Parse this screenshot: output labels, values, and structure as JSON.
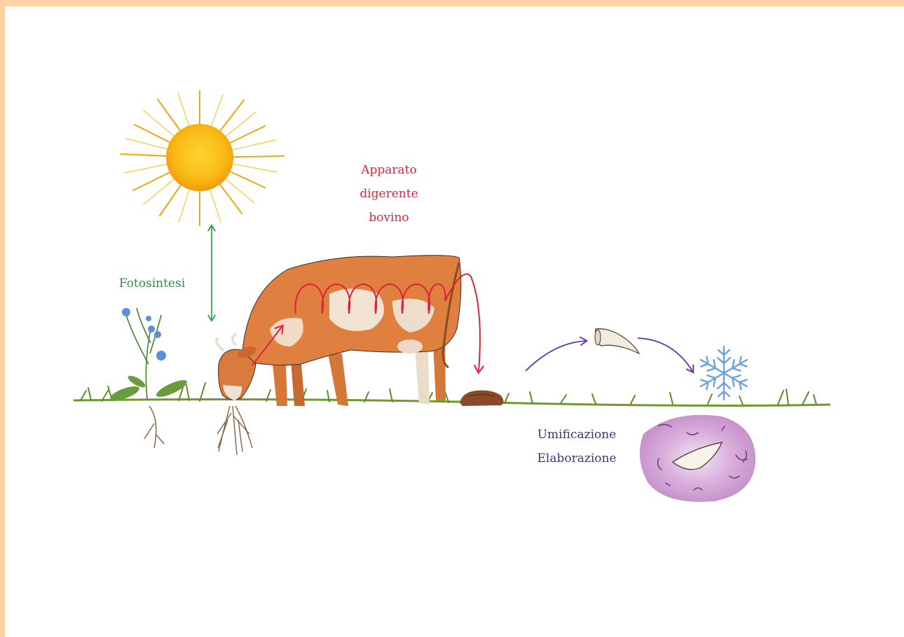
{
  "labels": {
    "digestive": [
      "Apparato",
      "digerente",
      "bovino"
    ],
    "photosynthesis": "Fotosintesi",
    "humification": [
      "Umificazione",
      "Elaborazione"
    ]
  },
  "icons": [
    "sun-icon",
    "chicory-plant-icon",
    "cow-icon",
    "manure-icon",
    "horn-icon",
    "snowflake-icon",
    "soil-humus-icon"
  ],
  "colors": {
    "frame": "#ffd2a3",
    "digestive_label": "#e0213a",
    "photosynthesis_label": "#1e9a3c",
    "humification_label": "#4a2a8c"
  }
}
